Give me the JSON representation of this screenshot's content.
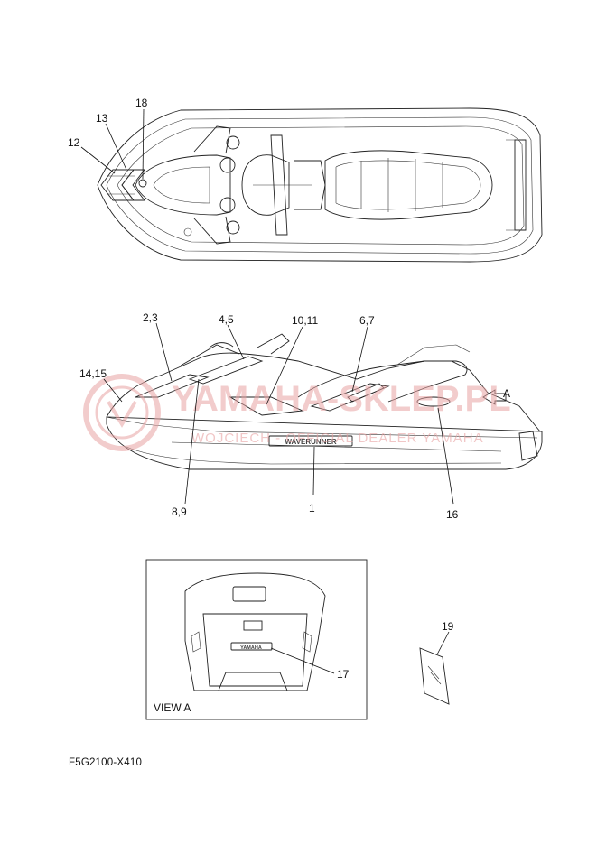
{
  "callouts": {
    "c18": "18",
    "c13": "13",
    "c12": "12",
    "c2_3": "2,3",
    "c4_5": "4,5",
    "c10_11": "10,11",
    "c6_7": "6,7",
    "c14_15": "14,15",
    "cA": "A",
    "c8_9": "8,9",
    "c1": "1",
    "c16": "16",
    "c19": "19",
    "c17": "17"
  },
  "view_label": "VIEW A",
  "drawing_code": "F5G2100-X410",
  "watermark": {
    "brand": "YAMAHA-SKLEP.PL",
    "tagline": "WOJCIECH - OFFICIAL DEALER YAMAHA"
  },
  "decals": {
    "side_logo": "WAVERUNNER",
    "rear_logo": "YAMAHA"
  },
  "colors": {
    "line": "#222222",
    "watermark": "#e8a3a3",
    "background": "#ffffff"
  }
}
